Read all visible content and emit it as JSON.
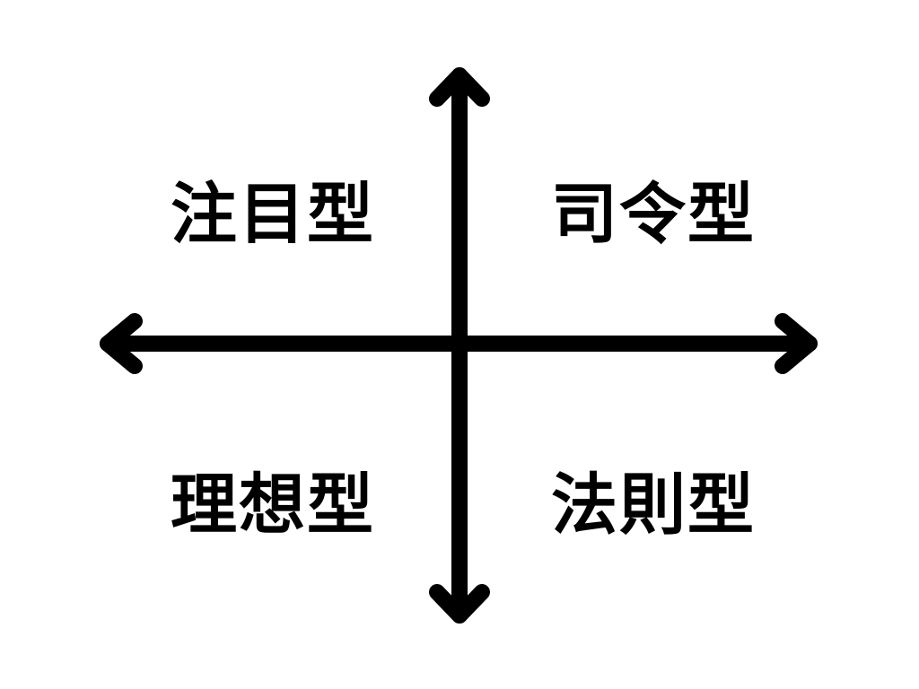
{
  "quadrants": {
    "top_left": "注目型",
    "top_right": "司令型",
    "bottom_left": "理想型",
    "bottom_right": "法則型"
  },
  "colors": {
    "background": "#ffffff",
    "ink": "#000000"
  }
}
